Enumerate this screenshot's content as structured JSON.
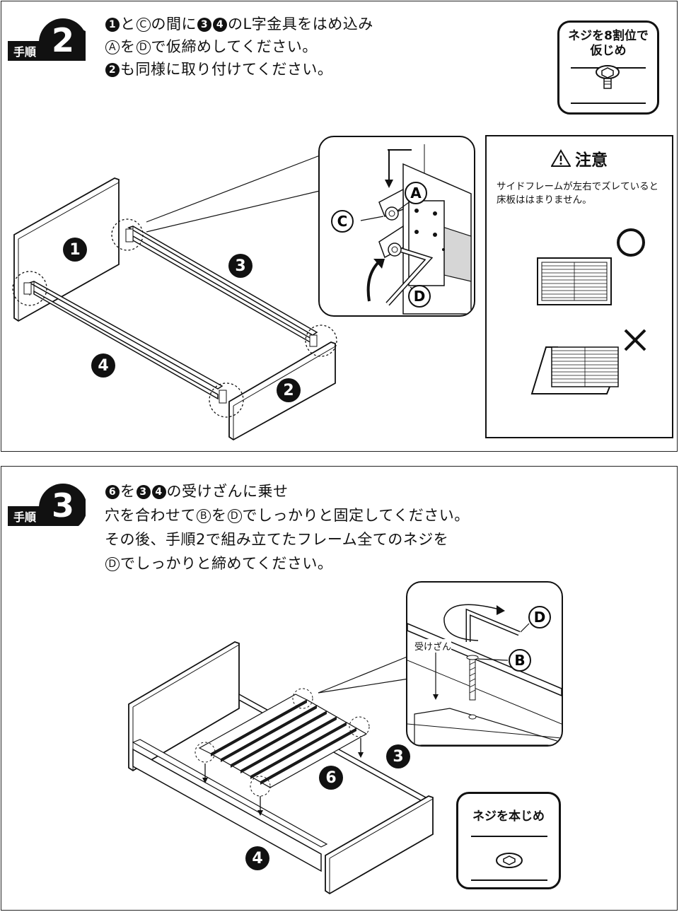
{
  "step2": {
    "badge_prefix": "手順",
    "badge_number": "2",
    "instructions": [
      {
        "parts": [
          [
            "f",
            "1"
          ],
          [
            "t",
            "と"
          ],
          [
            "o",
            "C"
          ],
          [
            "t",
            "の間に"
          ],
          [
            "f",
            "3"
          ],
          [
            "f",
            "4"
          ],
          [
            "t",
            "のL字金具をはめ込み"
          ]
        ]
      },
      {
        "parts": [
          [
            "o",
            "A"
          ],
          [
            "t",
            "を"
          ],
          [
            "o",
            "D"
          ],
          [
            "t",
            "で仮締めしてください。"
          ]
        ]
      },
      {
        "parts": [
          [
            "f",
            "2"
          ],
          [
            "t",
            "も同様に取り付けてください。"
          ]
        ]
      }
    ],
    "screw_box": {
      "line1": "ネジを8割位で",
      "line2": "仮じめ"
    },
    "callout_labels": {
      "a": "A",
      "c": "C",
      "d": "D"
    },
    "part_labels": {
      "p1": "1",
      "p2": "2",
      "p3": "3",
      "p4": "4"
    },
    "caution": {
      "title": "注意",
      "text_line1": "サイドフレームが左右でズレていると",
      "text_line2": "床板ははまりません。",
      "ok_mark": "○",
      "ng_mark": "×"
    }
  },
  "step3": {
    "badge_prefix": "手順",
    "badge_number": "3",
    "instructions": [
      {
        "parts": [
          [
            "f",
            "6"
          ],
          [
            "t",
            "を"
          ],
          [
            "f",
            "3"
          ],
          [
            "f",
            "4"
          ],
          [
            "t",
            "の受けざんに乗せ"
          ]
        ]
      },
      {
        "parts": [
          [
            "t",
            "穴を合わせて"
          ],
          [
            "o",
            "B"
          ],
          [
            "t",
            "を"
          ],
          [
            "o",
            "D"
          ],
          [
            "t",
            "でしっかりと固定してください。"
          ]
        ]
      },
      {
        "parts": [
          [
            "t",
            "その後、手順2で組み立てたフレーム全てのネジを"
          ]
        ]
      },
      {
        "parts": [
          [
            "o",
            "D"
          ],
          [
            "t",
            "でしっかりと締めてください。"
          ]
        ]
      }
    ],
    "callout_labels": {
      "uke": "受けざん",
      "b": "B",
      "d": "D"
    },
    "part_labels": {
      "p3": "3",
      "p4": "4",
      "p6": "6"
    },
    "screw_box": {
      "line1": "ネジを本じめ"
    }
  }
}
